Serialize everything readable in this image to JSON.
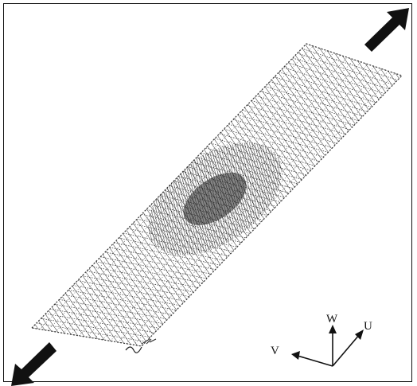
{
  "figure": {
    "description_type": "finite element mesh of a strip under tension",
    "colors": {
      "mesh": "#222222",
      "arrow": "#111111",
      "background": "#ffffff"
    }
  },
  "axes_triad": {
    "labels": {
      "u": "U",
      "v": "V",
      "w": "W"
    }
  },
  "arrows": {
    "top_right": "tension-arrow-icon",
    "bottom_left": "tension-arrow-icon"
  }
}
